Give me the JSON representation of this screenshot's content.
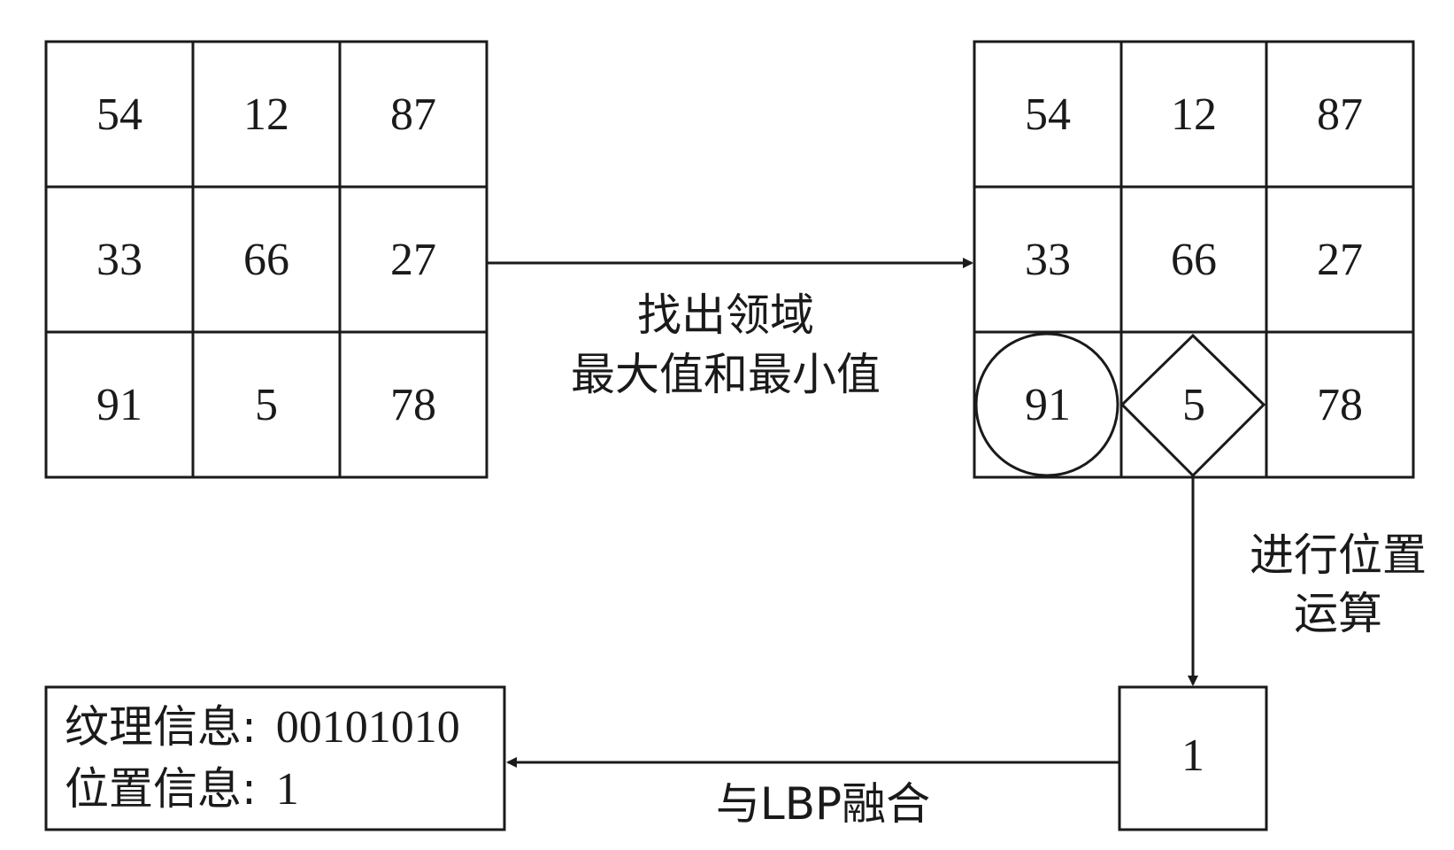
{
  "left_grid": [
    [
      "54",
      "12",
      "87"
    ],
    [
      "33",
      "66",
      "27"
    ],
    [
      "91",
      "5",
      "78"
    ]
  ],
  "right_grid": [
    [
      "54",
      "12",
      "87"
    ],
    [
      "33",
      "66",
      "27"
    ],
    [
      "91",
      "5",
      "78"
    ]
  ],
  "right_grid_marks": {
    "max_marker": "circle",
    "min_marker": "diamond"
  },
  "step1_label": {
    "line1": "找出领域",
    "line2": "最大值和最小值"
  },
  "step2_label": {
    "line1": "进行位置",
    "line2": "运算"
  },
  "position_value": "1",
  "step3_label": "与LBP融合",
  "result": {
    "texture_label": "纹理信息:",
    "texture_value": "00101010",
    "position_label": "位置信息:",
    "position_value": "1"
  }
}
